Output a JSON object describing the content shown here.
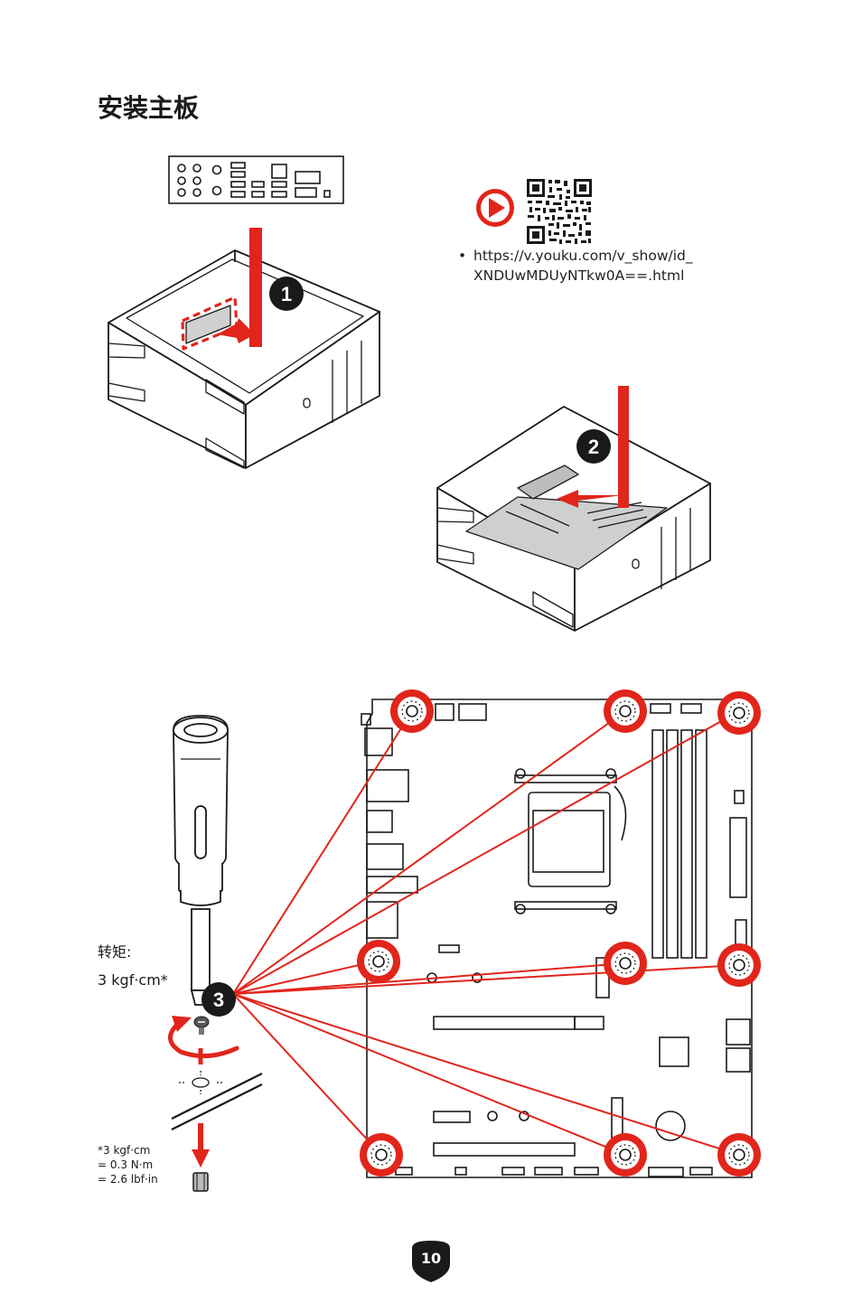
{
  "page": {
    "title": "安装主板",
    "page_number": "10"
  },
  "video": {
    "url_bullet": "•",
    "url_line1": "https://v.youku.com/v_show/id_",
    "url_line2": "XNDUwMDUyNTkw0A==.html",
    "play_icon": "play-icon",
    "qr_icon": "qr-code-icon"
  },
  "steps": [
    {
      "number": "1"
    },
    {
      "number": "2"
    },
    {
      "number": "3"
    }
  ],
  "torque": {
    "label": "转矩:",
    "value": "3 kgf·cm*",
    "note_line1": "*3 kgf·cm",
    "note_line2": "= 0.3 N·m",
    "note_line3": "= 2.6 lbf·in"
  },
  "colors": {
    "accent_red": "#e1251b",
    "line_dark": "#1a1a1a",
    "board_gray": "#cfcfcf"
  }
}
